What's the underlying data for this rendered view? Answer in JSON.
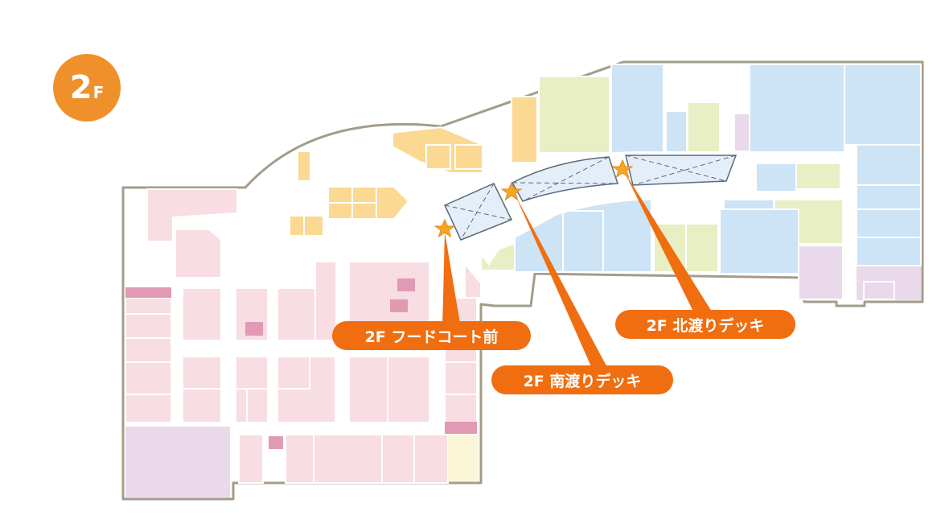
{
  "floor": {
    "number": "2",
    "unit": "F"
  },
  "markers": [
    {
      "id": "food-court",
      "label": "2F フードコート前"
    },
    {
      "id": "south-deck",
      "label": "2F 南渡りデッキ"
    },
    {
      "id": "north-deck",
      "label": "2F 北渡りデッキ"
    }
  ],
  "colors": {
    "accent": "#f06e10",
    "badge": "#f0902a",
    "star": "#f5a623",
    "shop_pink": "#f8dde3",
    "shop_dark_pink": "#e09ab4",
    "shop_blue": "#cde3f6",
    "shop_green": "#e8efc4",
    "shop_orange": "#fbd992",
    "shop_purple": "#ead9ea",
    "shop_yellow": "#fbf6d8",
    "outline": "#a39c8a"
  }
}
